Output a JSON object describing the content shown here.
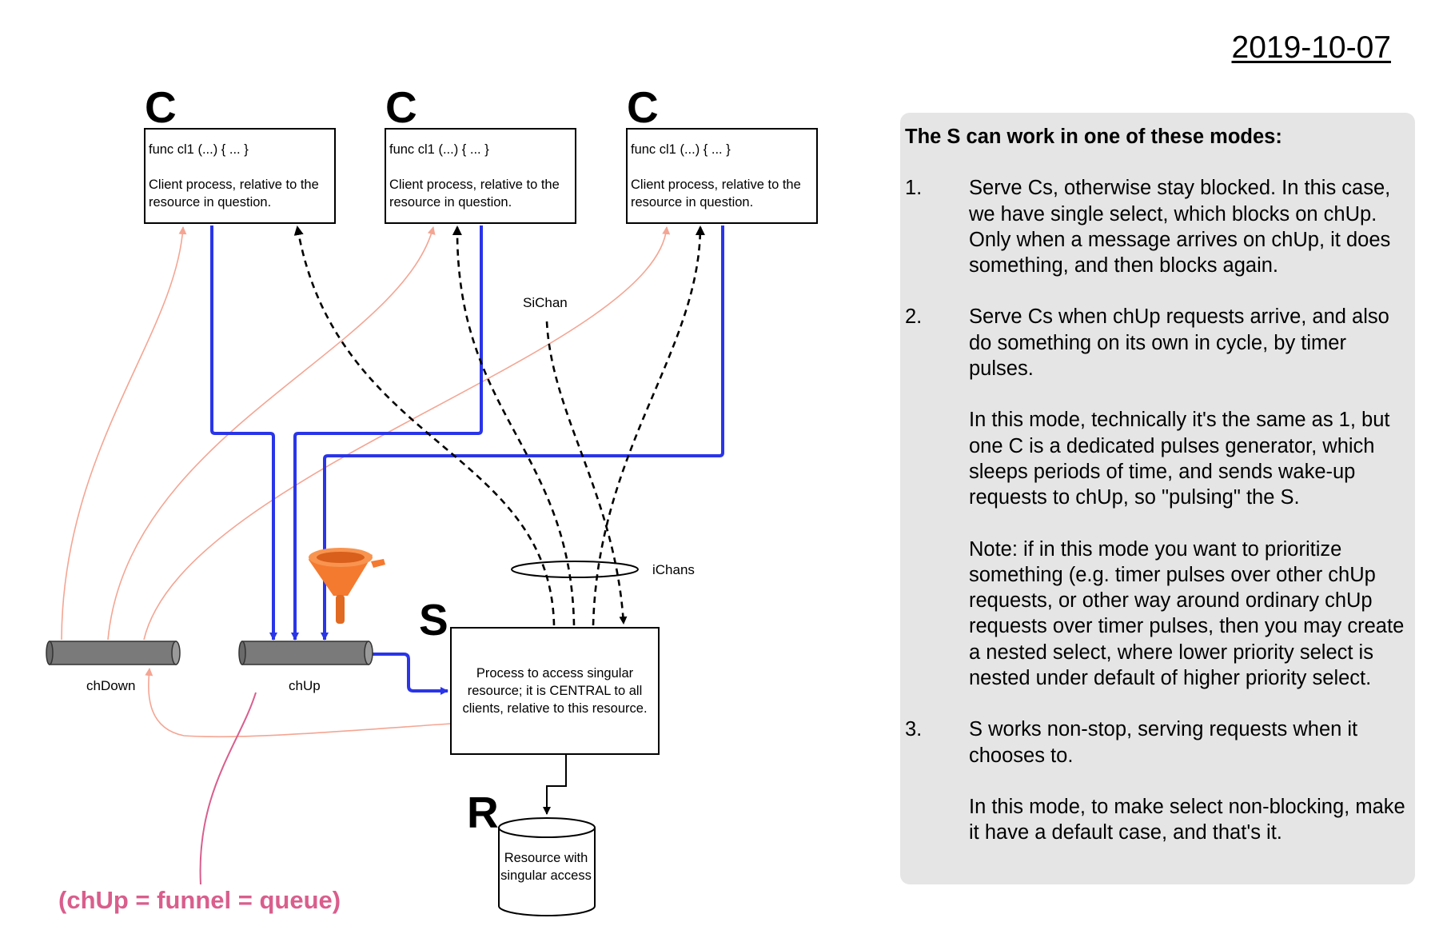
{
  "date": "2019-10-07",
  "clients": [
    {
      "letter": "C",
      "signature": "func cl1 (...) { ... }",
      "description": "Client process, relative to the resource in question."
    },
    {
      "letter": "C",
      "signature": "func cl1 (...) { ... }",
      "description": "Client process, relative to the resource in question."
    },
    {
      "letter": "C",
      "signature": "func cl1 (...) { ... }",
      "description": "Client process, relative to the resource in question."
    }
  ],
  "labels": {
    "sichan": "SiChan",
    "ichans": "iChans",
    "chdown": "chDown",
    "chup": "chUp"
  },
  "server": {
    "letter": "S",
    "text": "Process to access singular resource; it is CENTRAL to all clients, relative to this resource."
  },
  "resource": {
    "letter": "R",
    "text": "Resource with singular access"
  },
  "caption": "(chUp = funnel = queue)",
  "colors": {
    "channel_blue": "#2a35e8",
    "reply_salmon": "#f4a593",
    "caption_pink": "#d95e8c",
    "funnel_orange": "#f47a30",
    "pipe_gray": "#7a7a7a",
    "panel_bg": "#e5e5e5"
  },
  "icons": [
    "funnel-icon",
    "pipe-icon",
    "cylinder-icon"
  ],
  "panel": {
    "heading": "The S can work in one of these modes:",
    "modes": [
      {
        "num": "1.",
        "paragraphs": [
          "Serve Cs, otherwise stay blocked. In this case, we have single select, which blocks on chUp. Only when a message arrives on chUp, it does something, and then blocks again."
        ]
      },
      {
        "num": "2.",
        "paragraphs": [
          "Serve Cs when chUp requests arrive, and also do something on its own in cycle, by timer pulses.",
          "In this mode, technically it's the same as 1, but one C is a dedicated pulses generator, which sleeps periods of time, and sends wake-up requests to chUp, so \"pulsing\" the S.",
          "Note: if in this mode you want to prioritize something (e.g. timer pulses over other chUp requests, or other way around ordinary chUp requests over timer pulses, then you may create a nested select, where lower priority select is nested under default of higher priority select."
        ]
      },
      {
        "num": "3.",
        "paragraphs": [
          "S works non-stop, serving requests when it chooses to.",
          "In this mode, to make select non-blocking, make it have a default case, and that's it."
        ]
      }
    ]
  }
}
